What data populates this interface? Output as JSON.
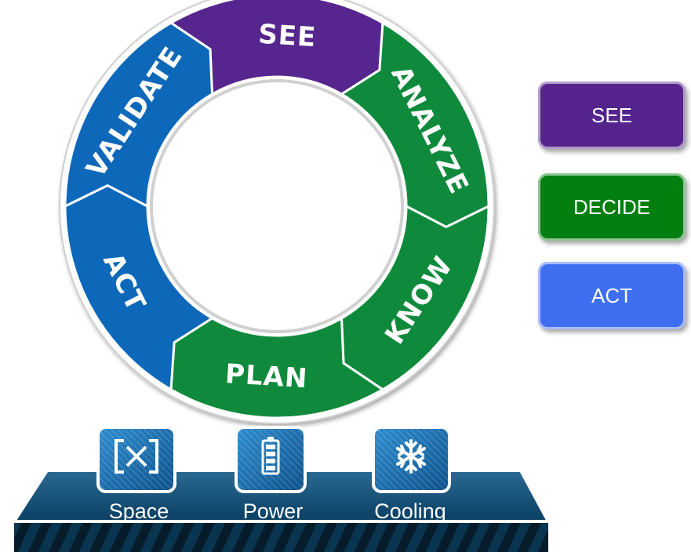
{
  "cycle": {
    "segments": [
      {
        "label": "SEE",
        "color": "#56268e"
      },
      {
        "label": "ANALYZE",
        "color": "#0f8a3c"
      },
      {
        "label": "KNOW",
        "color": "#0f8a3c"
      },
      {
        "label": "PLAN",
        "color": "#0f8a3c"
      },
      {
        "label": "ACT",
        "color": "#0e68ba"
      },
      {
        "label": "VALIDATE",
        "color": "#0e68ba"
      }
    ]
  },
  "legend": [
    {
      "label": "SEE",
      "color": "#54248c"
    },
    {
      "label": "DECIDE",
      "color": "#037f10"
    },
    {
      "label": "ACT",
      "color": "#3f6ef0"
    }
  ],
  "platform": {
    "color": "#0d4a72",
    "tiles": [
      {
        "label": "Space",
        "icon": "space-bracket-x-icon"
      },
      {
        "label": "Power",
        "icon": "battery-icon"
      },
      {
        "label": "Cooling",
        "icon": "snowflake-icon"
      }
    ]
  }
}
